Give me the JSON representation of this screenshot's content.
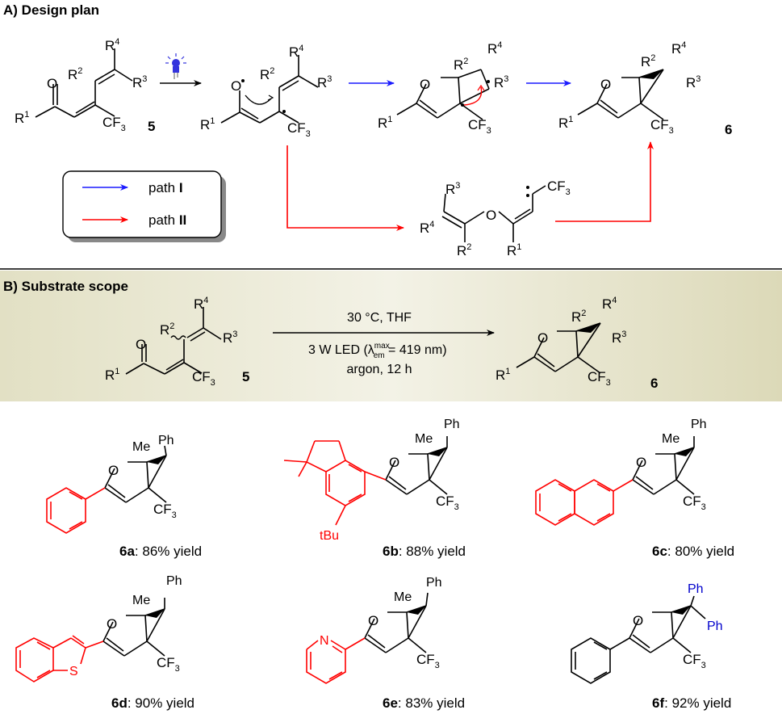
{
  "section_a": {
    "title": "A) Design plan",
    "compound_5": "5",
    "compound_6": "6",
    "legend": {
      "path1": "path ",
      "path1_num": "I",
      "path2": "path ",
      "path2_num": "II"
    }
  },
  "section_b": {
    "title": "B) Substrate scope",
    "cond_top": "30 °C, THF",
    "cond_led": "3 W LED (λ",
    "cond_led_sup": "max",
    "cond_led_sub": "em",
    "cond_led_end": " = 419 nm)",
    "cond_bottom": "argon, 12 h",
    "compound_5": "5",
    "compound_6": "6"
  },
  "products": [
    {
      "label": "6a",
      "yield": ": 86% yield"
    },
    {
      "label": "6b",
      "yield": ": 88% yield"
    },
    {
      "label": "6c",
      "yield": ": 80% yield"
    },
    {
      "label": "6d",
      "yield": ": 90% yield"
    },
    {
      "label": "6e",
      "yield": ": 83% yield"
    },
    {
      "label": "6f",
      "yield": ": 92% yield"
    }
  ],
  "labels": {
    "O": "O",
    "R1": "R",
    "R2": "R",
    "R3": "R",
    "R4": "R",
    "CF3": "CF",
    "Me": "Me",
    "Ph": "Ph",
    "tBu": "tBu",
    "N": "N",
    "S": "S"
  },
  "colors": {
    "blue": "#1a1aff",
    "red": "#ff0000",
    "bg_b": "#e6e4cc",
    "product_highlight": "#ff0000",
    "ph_blue": "#0000cc"
  }
}
